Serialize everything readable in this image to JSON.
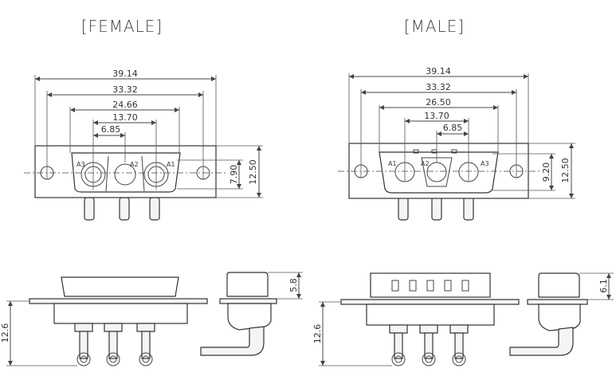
{
  "titles": {
    "female": "[FEMALE]",
    "male": "[MALE]"
  },
  "female_front": {
    "dims": {
      "d1": "39.14",
      "d2": "33.32",
      "d3": "24.66",
      "d4": "13.70",
      "d5": "6.85",
      "h1": "7.90",
      "h2": "12.50"
    },
    "pins": {
      "a3": "A3",
      "a2": "A2",
      "a1": "A1"
    }
  },
  "male_front": {
    "dims": {
      "d1": "39.14",
      "d2": "33.32",
      "d3": "26.50",
      "d4": "13.70",
      "d5": "6.85",
      "h1": "9.20",
      "h2": "12.50"
    },
    "pins": {
      "a1": "A1",
      "a2": "A2",
      "a3": "A3"
    }
  },
  "female_side": {
    "height": "12.6",
    "top": "5.8"
  },
  "male_side": {
    "height": "12.6",
    "top": "6.1"
  }
}
